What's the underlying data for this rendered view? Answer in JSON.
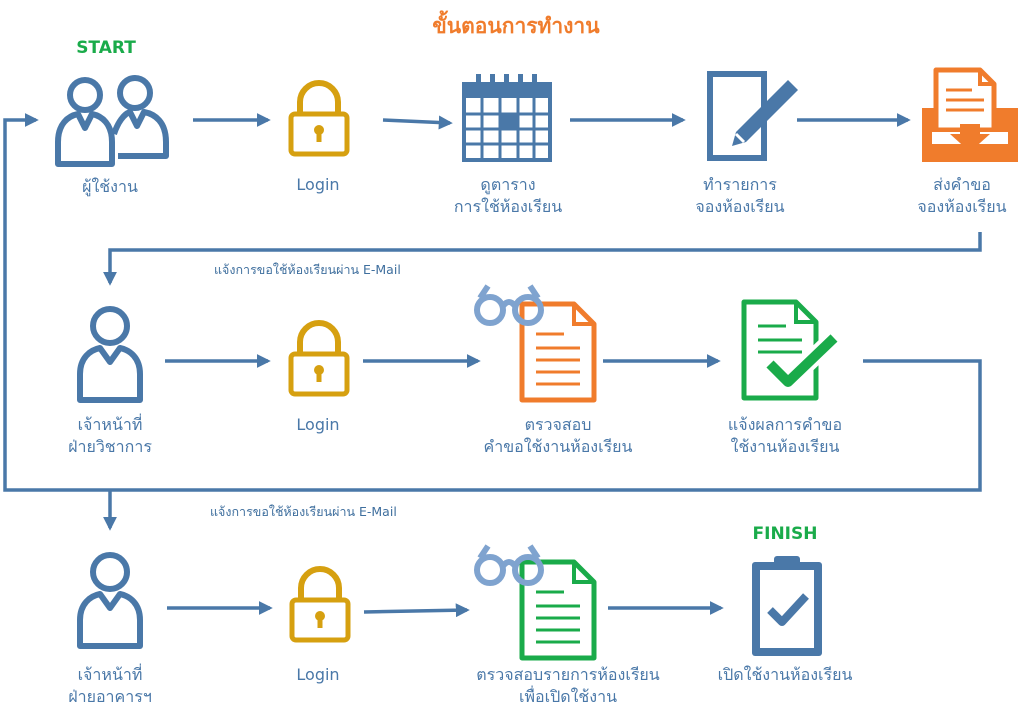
{
  "title": "ขั้นตอนการทำงาน",
  "start_label": "START",
  "finish_label": "FINISH",
  "notify_label": "แจ้งการขอใช้ห้องเรียนผ่าน E-Mail",
  "login_label": "Login",
  "row1": {
    "user": "ผู้ใช้งาน",
    "view_schedule": [
      "ดูตาราง",
      "การใช้ห้องเรียน"
    ],
    "make_booking": [
      "ทำรายการ",
      "จองห้องเรียน"
    ],
    "send_request": [
      "ส่งคำขอ",
      "จองห้องเรียน"
    ]
  },
  "row2": {
    "officer": [
      "เจ้าหน้าที่",
      "ฝ่ายวิชาการ"
    ],
    "check_request": [
      "ตรวจสอบ",
      "คำขอใช้งานห้องเรียน"
    ],
    "notify_result": [
      "แจ้งผลการคำขอ",
      "ใช้งานห้องเรียน"
    ]
  },
  "row3": {
    "officer": [
      "เจ้าหน้าที่",
      "ฝ่ายอาคารฯ"
    ],
    "check_list": [
      "ตรวจสอบรายการห้องเรียน",
      "เพื่อเปิดใช้งาน"
    ],
    "open_room": "เปิดใช้งานห้องเรียน"
  },
  "colors": {
    "blue": "#4a78a8",
    "light_blue": "#7fa3cf",
    "gold": "#d6a010",
    "orange": "#f07c2c",
    "green": "#1aab4a",
    "title": "#f07c2c"
  },
  "icons": [
    "users-icon",
    "lock-icon",
    "calendar-icon",
    "edit-document-icon",
    "inbox-download-icon",
    "user-icon",
    "glasses-icon",
    "document-icon",
    "document-check-icon",
    "clipboard-check-icon"
  ]
}
